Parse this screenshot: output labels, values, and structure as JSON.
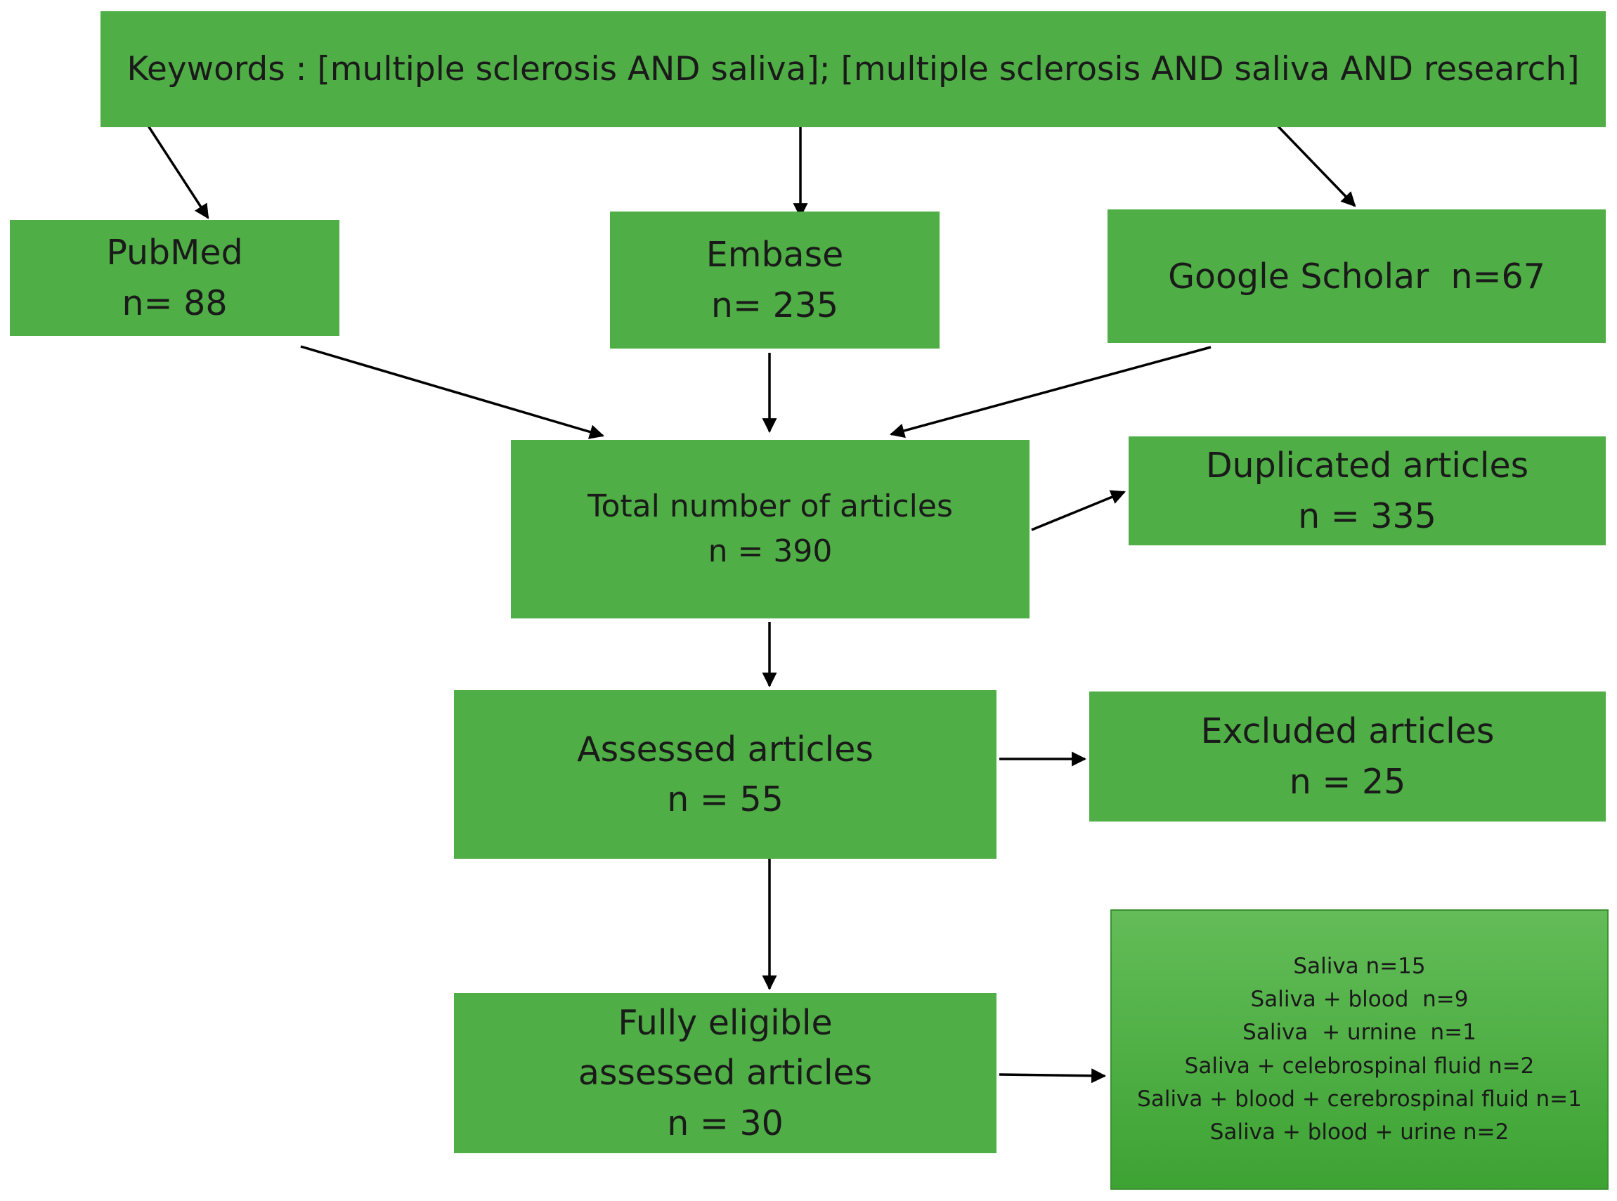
{
  "keywords": {
    "text": "Keywords : [multiple sclerosis AND saliva]; [multiple sclerosis AND saliva AND research]"
  },
  "sources": {
    "pubmed": {
      "name": "PubMed",
      "count": "n= 88"
    },
    "embase": {
      "name": "Embase",
      "count": "n= 235"
    },
    "scholar": {
      "label": "Google Scholar  n=67"
    }
  },
  "total": {
    "label": "Total number of articles",
    "count": "n = 390"
  },
  "duplicated": {
    "label": "Duplicated articles",
    "count": "n = 335"
  },
  "assessed": {
    "label": "Assessed articles",
    "count": "n = 55"
  },
  "excluded": {
    "label": "Excluded articles",
    "count": "n = 25"
  },
  "eligible": {
    "line1": "Fully eligible",
    "line2": "assessed articles",
    "count": "n = 30"
  },
  "breakdown": [
    "Saliva n=15",
    "Saliva + blood  n=9",
    "Saliva  + urnine  n=1",
    "Saliva + celebrospinal fluid n=2",
    "Saliva + blood + cerebrospinal fluid n=1",
    "Saliva + blood + urine n=2"
  ],
  "colors": {
    "box_fill": "#4fae45",
    "arrow": "#000000"
  }
}
